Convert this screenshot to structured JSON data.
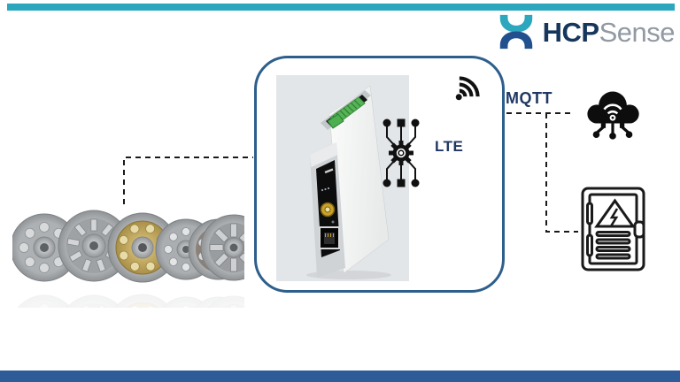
{
  "brand": {
    "bold": "HCP",
    "light": "Sense"
  },
  "diagram": {
    "labels": {
      "mqtt": "MQTT",
      "lte": "LTE"
    },
    "nodes": [
      "roller-bearings-photo",
      "iot-gateway-device-photo",
      "wifi-signal-icon",
      "connected-gear-icon",
      "iot-cloud-icon",
      "electrical-cabinet-icon"
    ]
  },
  "colors": {
    "top_bar_teal": "#2CA7BE",
    "bottom_bar_navy": "#2D5C99",
    "box_border_blue": "#2E5F8C",
    "label_navy": "#1F3864",
    "brand_bold_navy": "#16365C",
    "brand_light_gray": "#9199A3",
    "icon_black": "#111111",
    "terminal_green": "#55B455",
    "antenna_gold": "#C9A227"
  }
}
